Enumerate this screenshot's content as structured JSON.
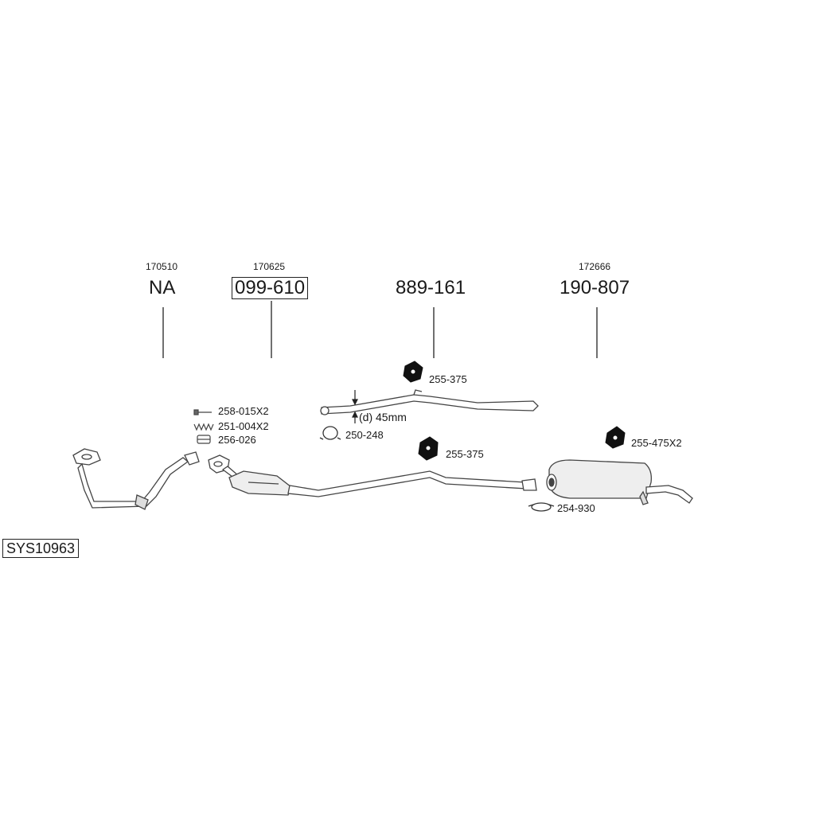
{
  "system_code": "SYS10963",
  "columns": [
    {
      "ref": "170510",
      "part": "NA"
    },
    {
      "ref": "170625",
      "part": "099-610"
    },
    {
      "ref": "",
      "part": "889-161"
    },
    {
      "ref": "172666",
      "part": "190-807"
    }
  ],
  "accessories": {
    "bolt": "258-015X2",
    "spring": "251-004X2",
    "ring": "256-026",
    "hanger_mid": "255-375",
    "hanger_center": "255-375",
    "clamp_mid": "250-248",
    "hanger_rear": "255-475X2",
    "clamp_rear": "254-930"
  },
  "diameter_note": "(d) 45mm"
}
